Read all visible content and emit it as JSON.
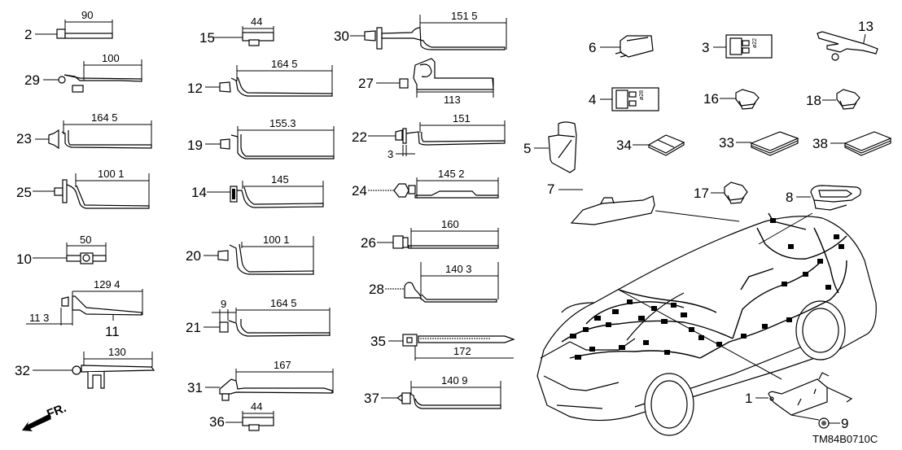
{
  "diagram": {
    "title_code": "TM84B0710C",
    "direction_indicator": "FR.",
    "clip_parts": [
      {
        "ref": "2",
        "dimension": "90"
      },
      {
        "ref": "29",
        "dimension": "100"
      },
      {
        "ref": "23",
        "dimension": "164 5"
      },
      {
        "ref": "25",
        "dimension": "100 1"
      },
      {
        "ref": "10",
        "dimension": "50"
      },
      {
        "ref": "11",
        "dimension": "129 4",
        "secondary_dimension": "11 3"
      },
      {
        "ref": "32",
        "dimension": "130"
      },
      {
        "ref": "15",
        "dimension": "44"
      },
      {
        "ref": "12",
        "dimension": "164 5"
      },
      {
        "ref": "19",
        "dimension": "155.3"
      },
      {
        "ref": "14",
        "dimension": "145"
      },
      {
        "ref": "20",
        "dimension": "100 1"
      },
      {
        "ref": "21",
        "dimension": "164 5",
        "secondary_dimension": "9"
      },
      {
        "ref": "31",
        "dimension": "167"
      },
      {
        "ref": "36",
        "dimension": "44"
      },
      {
        "ref": "30",
        "dimension": "151 5"
      },
      {
        "ref": "27",
        "dimension": "113"
      },
      {
        "ref": "22",
        "dimension": "151",
        "secondary_dimension": "3"
      },
      {
        "ref": "24",
        "dimension": "145 2"
      },
      {
        "ref": "26",
        "dimension": "160"
      },
      {
        "ref": "28",
        "dimension": "140 3"
      },
      {
        "ref": "35",
        "dimension": "172"
      },
      {
        "ref": "37",
        "dimension": "140 9"
      }
    ],
    "components": [
      {
        "ref": "6"
      },
      {
        "ref": "3",
        "marking": "ø22"
      },
      {
        "ref": "13"
      },
      {
        "ref": "4",
        "marking": "ø28"
      },
      {
        "ref": "16"
      },
      {
        "ref": "18"
      },
      {
        "ref": "5"
      },
      {
        "ref": "34"
      },
      {
        "ref": "33"
      },
      {
        "ref": "38"
      },
      {
        "ref": "17"
      },
      {
        "ref": "7"
      },
      {
        "ref": "8"
      },
      {
        "ref": "1"
      },
      {
        "ref": "9"
      }
    ]
  }
}
